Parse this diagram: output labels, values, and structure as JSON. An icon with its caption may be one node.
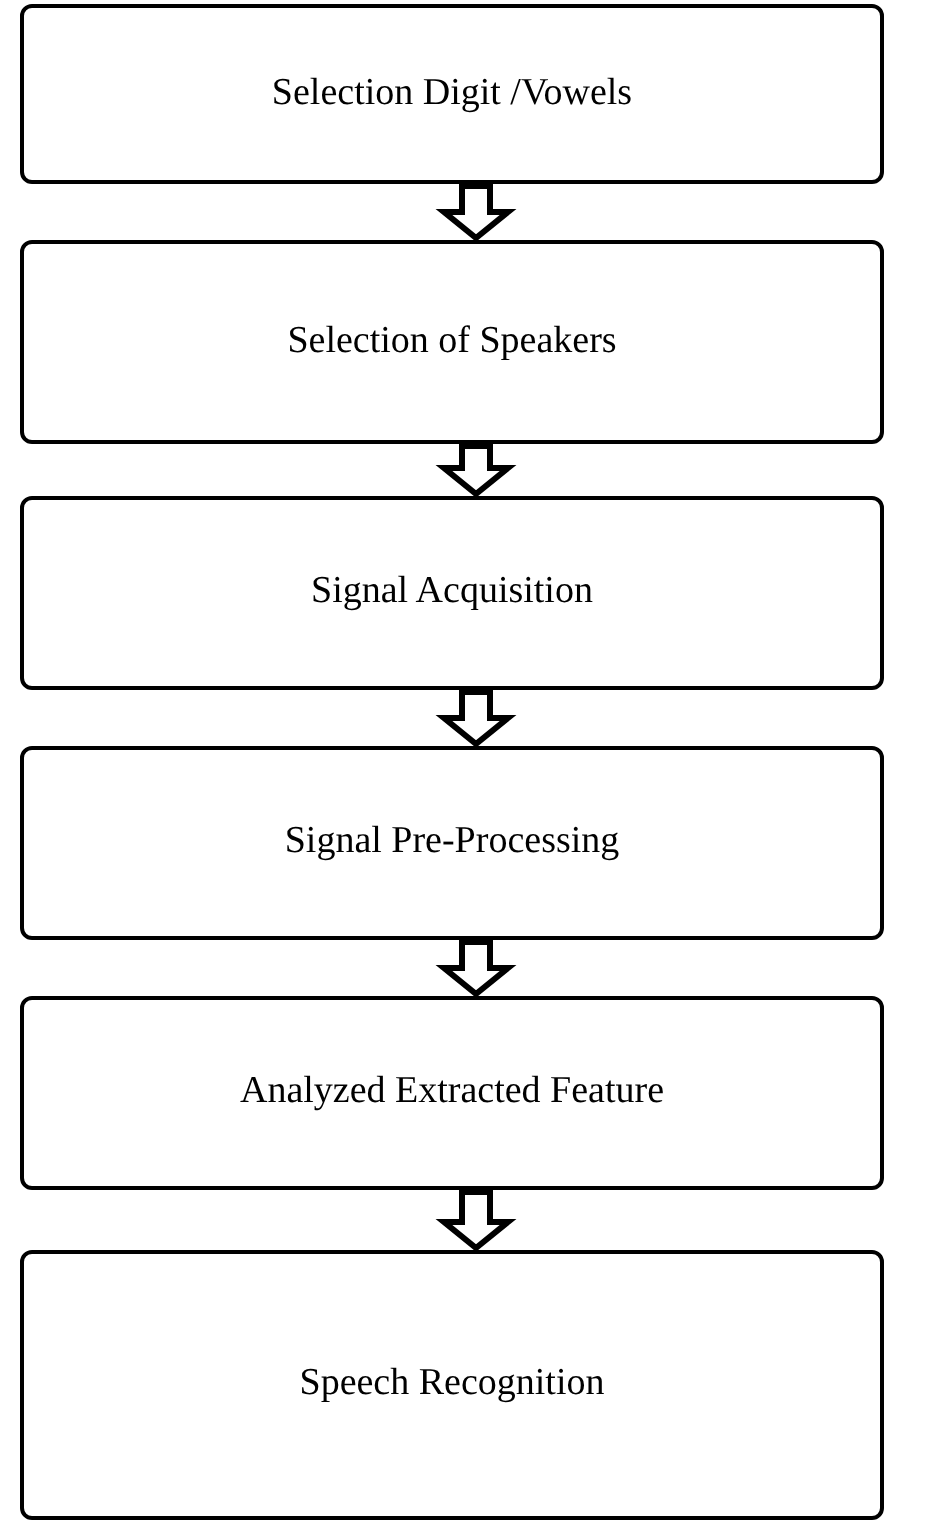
{
  "diagram": {
    "nodes": [
      {
        "text": [
          "Selection Digit /Vowels"
        ]
      },
      {
        "text": [
          "Selection of Speakers"
        ]
      },
      {
        "text": [
          "Signal Acquisition"
        ]
      },
      {
        "text": [
          "Signal Pre-Processing"
        ]
      },
      {
        "text": [
          "Analyzed Extracted Feature"
        ]
      },
      {
        "text": [
          "Speech Recognition"
        ]
      }
    ],
    "edges": [
      {
        "from": 0,
        "to": 1,
        "arrow": "to"
      },
      {
        "from": 1,
        "to": 2,
        "arrow": "to"
      },
      {
        "from": 2,
        "to": 3,
        "arrow": "to"
      },
      {
        "from": 3,
        "to": 4,
        "arrow": "to"
      },
      {
        "from": 4,
        "to": 5,
        "arrow": "to"
      }
    ]
  }
}
